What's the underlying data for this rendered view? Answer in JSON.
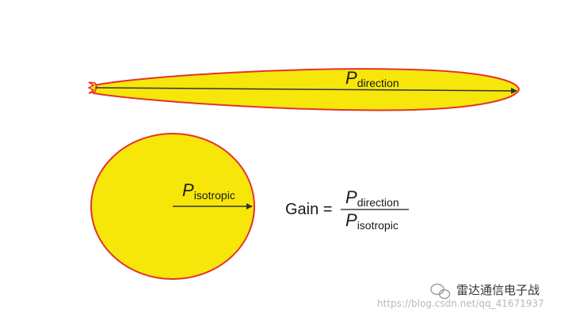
{
  "labels": {
    "p_direction": {
      "var": "P",
      "sub": "direction"
    },
    "p_isotropic": {
      "var": "P",
      "sub": "isotropic"
    }
  },
  "formula": {
    "lhs": "Gain =",
    "numerator": {
      "var": "P",
      "sub": "direction"
    },
    "denominator": {
      "var": "P",
      "sub": "isotropic"
    }
  },
  "watermark": {
    "brand": "雷达通信电子战",
    "url": "https://blog.csdn.net/qq_41671937"
  },
  "colors": {
    "fill": "#f6e60a",
    "outline": "#e3342b",
    "arrow": "#333333"
  }
}
